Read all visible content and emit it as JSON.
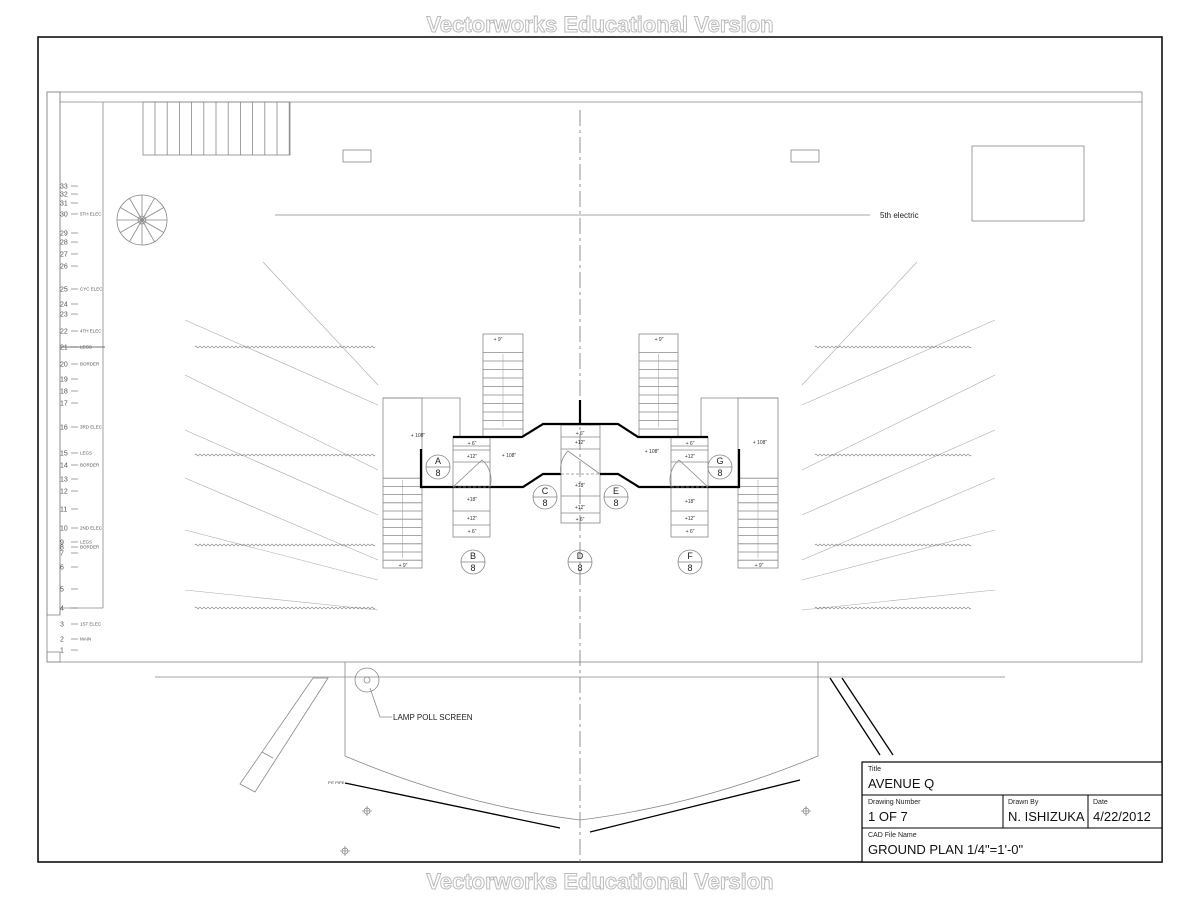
{
  "watermark": "Vectorworks Educational Version",
  "title_block": {
    "title_label": "Title",
    "title": "AVENUE Q",
    "drawing_number_label": "Drawing Number",
    "drawing_number": "1 OF 7",
    "drawn_by_label": "Drawn By",
    "drawn_by": "N. ISHIZUKA",
    "date_label": "Date",
    "date": "4/22/2012",
    "cad_file_label": "CAD File Name",
    "cad_file": "GROUND PLAN 1/4\"=1'-0\""
  },
  "annotations": {
    "fifth_electric": "5th electric",
    "lamp_poll_screen": "LAMP POLL SCREEN",
    "pit_pipe": "PIT PIPE"
  },
  "lineset": [
    {
      "n": "33",
      "label": ""
    },
    {
      "n": "32",
      "label": ""
    },
    {
      "n": "31",
      "label": ""
    },
    {
      "n": "30",
      "label": "5TH ELEC"
    },
    {
      "n": "29",
      "label": ""
    },
    {
      "n": "28",
      "label": ""
    },
    {
      "n": "27",
      "label": ""
    },
    {
      "n": "26",
      "label": ""
    },
    {
      "n": "25",
      "label": "CYC ELEC"
    },
    {
      "n": "24",
      "label": ""
    },
    {
      "n": "23",
      "label": ""
    },
    {
      "n": "22",
      "label": "4TH ELEC"
    },
    {
      "n": "21",
      "label": "LEGS"
    },
    {
      "n": "20",
      "label": "BORDER"
    },
    {
      "n": "19",
      "label": ""
    },
    {
      "n": "18",
      "label": ""
    },
    {
      "n": "17",
      "label": ""
    },
    {
      "n": "16",
      "label": "3RD ELEC"
    },
    {
      "n": "15",
      "label": "LEGS"
    },
    {
      "n": "14",
      "label": "BORDER"
    },
    {
      "n": "13",
      "label": ""
    },
    {
      "n": "12",
      "label": ""
    },
    {
      "n": "11",
      "label": ""
    },
    {
      "n": "10",
      "label": "2ND ELEC"
    },
    {
      "n": "9",
      "label": "LEGS"
    },
    {
      "n": "8",
      "label": "BORDER"
    },
    {
      "n": "7",
      "label": ""
    },
    {
      "n": "6",
      "label": ""
    },
    {
      "n": "5",
      "label": ""
    },
    {
      "n": "4",
      "label": ""
    },
    {
      "n": "3",
      "label": "1ST ELEC"
    },
    {
      "n": "2",
      "label": "MAIN"
    },
    {
      "n": "1",
      "label": ""
    }
  ],
  "dims": {
    "p9": "+ 9\"",
    "p108": "+ 108\"",
    "p6": "+ 6\"",
    "p12": "+12\"",
    "p18": "+18\""
  },
  "units": [
    {
      "letter": "A",
      "num": "8"
    },
    {
      "letter": "B",
      "num": "8"
    },
    {
      "letter": "C",
      "num": "8"
    },
    {
      "letter": "D",
      "num": "8"
    },
    {
      "letter": "E",
      "num": "8"
    },
    {
      "letter": "F",
      "num": "8"
    },
    {
      "letter": "G",
      "num": "8"
    }
  ]
}
